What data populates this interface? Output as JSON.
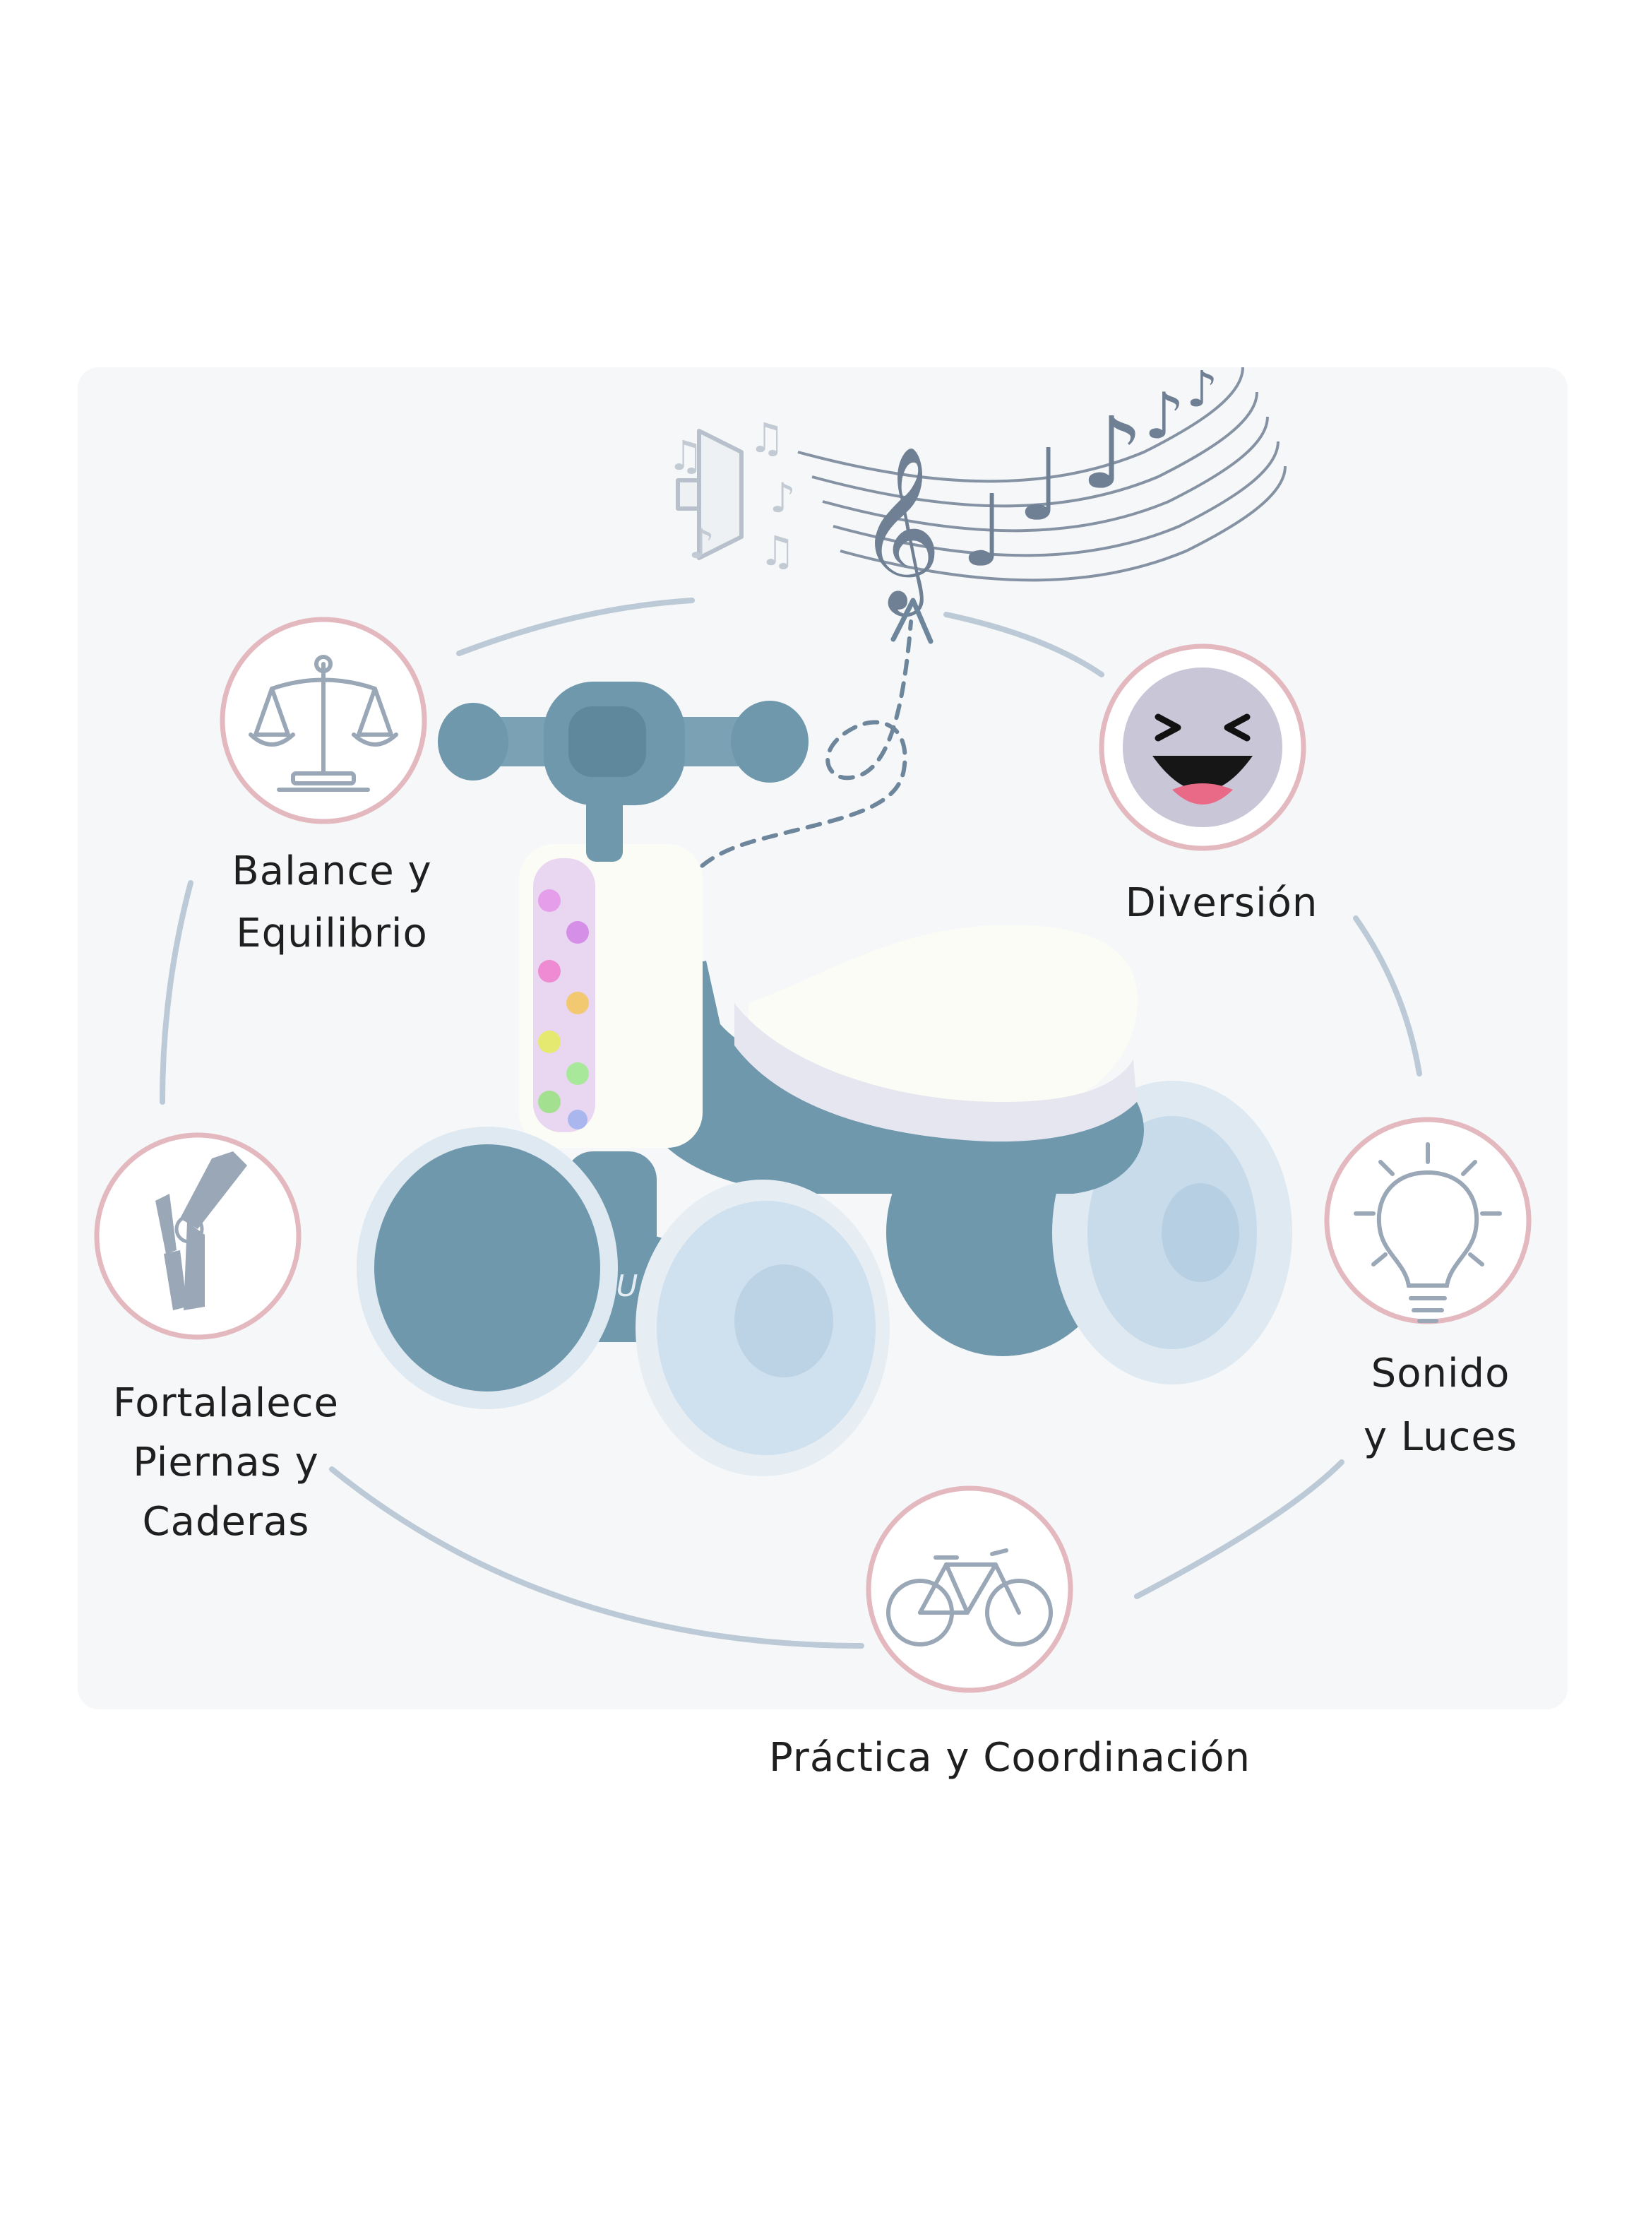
{
  "features": {
    "balance": "Balance y\nEquilibrio",
    "diversion": "Diversión",
    "fortalece": "Fortalalece\nPiernas y\nCaderas",
    "sonido": "Sonido\ny Luces",
    "practica": "Práctica y Coordinación"
  },
  "product": {
    "logo_text": "Glow Up"
  },
  "colors": {
    "accent_ring": "#e3b8be",
    "icon_gray": "#9aa7b7",
    "bike_body": "#6f98ad",
    "wheel": "#cfe0ee",
    "seat": "#fbfcf6"
  },
  "icons": [
    "scales-icon",
    "laughing-face-icon",
    "leg-joint-icon",
    "lightbulb-icon",
    "bicycle-icon",
    "speaker-music-icon"
  ]
}
